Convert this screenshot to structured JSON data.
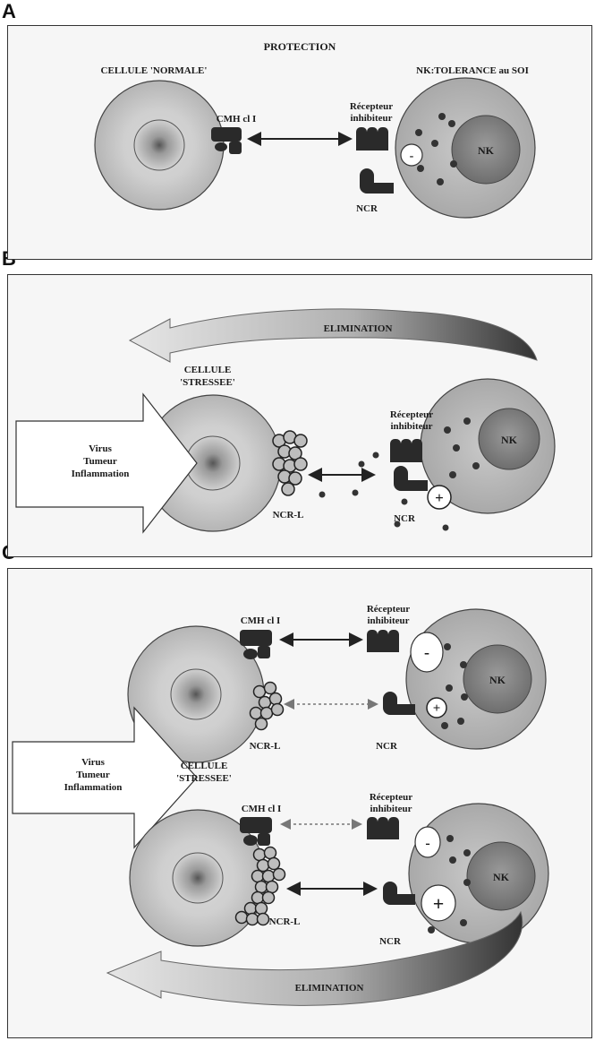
{
  "panels": {
    "a": {
      "letter": "A",
      "title": "PROTECTION",
      "left_cell_label": "CELLULE 'NORMALE'",
      "right_cell_label": "NK:TOLERANCE au SOI",
      "mhc_label": "CMH cl I",
      "inhibitory_receptor_label_line1": "Récepteur",
      "inhibitory_receptor_label_line2": "inhibiteur",
      "ncr_label": "NCR",
      "nk_label": "NK",
      "minus_sign": "-"
    },
    "b": {
      "letter": "B",
      "elimination_label": "ELIMINATION",
      "cell_label_line1": "CELLULE",
      "cell_label_line2": "'STRESSEE'",
      "arrow_text_line1": "Virus",
      "arrow_text_line2": "Tumeur",
      "arrow_text_line3": "Inflammation",
      "ncrl_label": "NCR-L",
      "inhibitory_receptor_label_line1": "Récepteur",
      "inhibitory_receptor_label_line2": "inhibiteur",
      "ncr_label": "NCR",
      "nk_label": "NK",
      "plus_sign": "+"
    },
    "c": {
      "letter": "C",
      "top_mhc_label": "CMH cl I",
      "top_inhibitory_line1": "Récepteur",
      "top_inhibitory_line2": "inhibiteur",
      "top_ncrl_label": "NCR-L",
      "top_ncr_label": "NCR",
      "top_nk_label": "NK",
      "arrow_text_line1": "Virus",
      "arrow_text_line2": "Tumeur",
      "arrow_text_line3": "Inflammation",
      "cell_label_line1": "CELLULE",
      "cell_label_line2": "'STRESSEE'",
      "bottom_mhc_label": "CMH cl I",
      "bottom_inhibitory_line1": "Récepteur",
      "bottom_inhibitory_line2": "inhibiteur",
      "bottom_ncrl_label": "NCR-L",
      "bottom_ncr_label": "NCR",
      "bottom_nk_label": "NK",
      "elimination_label": "ELIMINATION",
      "minus_sign": "-",
      "plus_sign": "+"
    }
  }
}
